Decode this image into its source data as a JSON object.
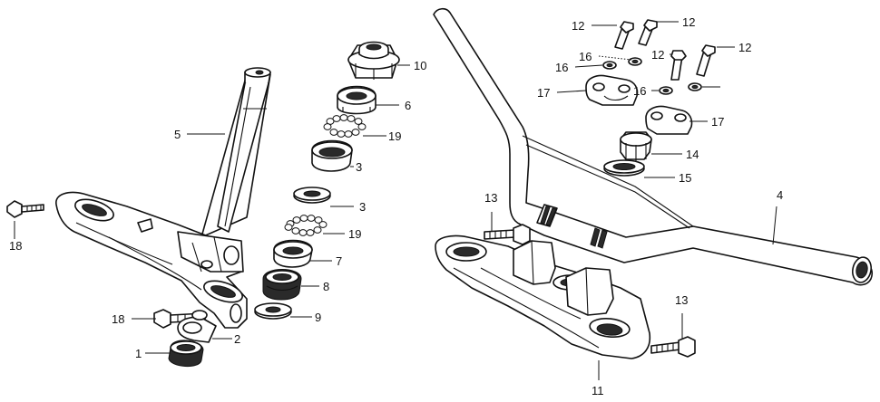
{
  "labels": {
    "c1": "1",
    "c2": "2",
    "c3a": "3",
    "c3b": "3",
    "c4": "4",
    "c5": "5",
    "c6": "6",
    "c7": "7",
    "c8": "8",
    "c9": "9",
    "c10": "10",
    "c11": "11",
    "c12a": "12",
    "c12b": "12",
    "c12c": "12",
    "c12d": "12",
    "c13a": "13",
    "c13b": "13",
    "c14": "14",
    "c15": "15",
    "c16a": "16",
    "c16b": "16",
    "c16c": "16",
    "c17a": "17",
    "c17b": "17",
    "c18a": "18",
    "c18b": "18",
    "c19a": "19",
    "c19b": "19"
  },
  "colors": {
    "line": "#111111",
    "background": "#ffffff",
    "fill": "#ffffff",
    "shade": "#2a2a2a"
  }
}
